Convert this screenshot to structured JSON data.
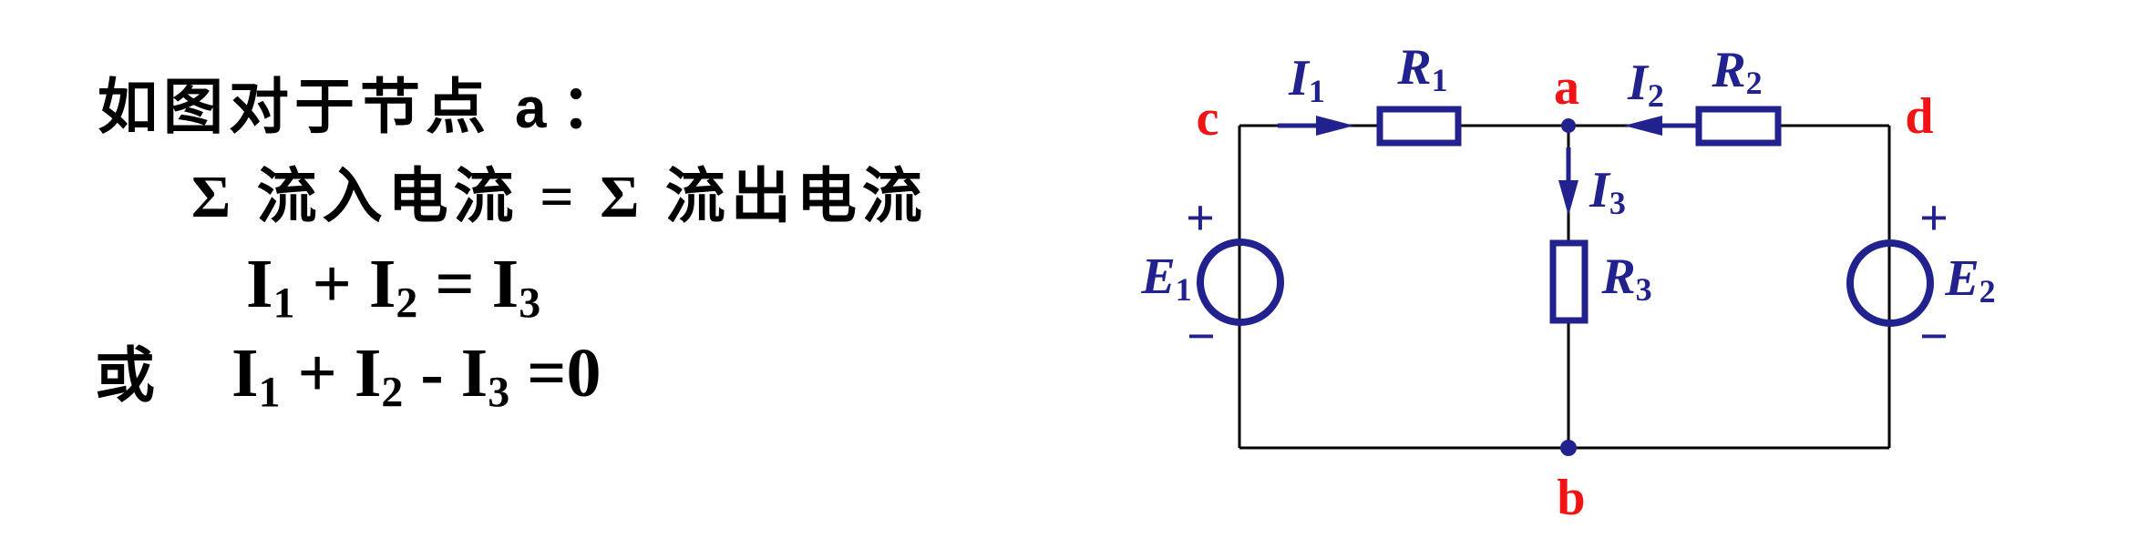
{
  "colors": {
    "ink": "#000000",
    "navy": "#22228e",
    "red": "#f21414",
    "bg": "#ffffff",
    "wire": "#000000"
  },
  "text_block": {
    "line1_prefix": "如图对于节点",
    "line1_node": "a",
    "line1_colon": "：",
    "line2": "Σ 流入电流 = Σ 流出电流",
    "line4_prefix": "或"
  },
  "equations": {
    "line3": [
      {
        "t": "I",
        "sub": "1"
      },
      {
        "t": " + "
      },
      {
        "t": "I",
        "sub": "2"
      },
      {
        "t": " = "
      },
      {
        "t": "I",
        "sub": "3"
      }
    ],
    "line4": [
      {
        "t": "I",
        "sub": "1"
      },
      {
        "t": " + "
      },
      {
        "t": "I",
        "sub": "2"
      },
      {
        "t": " - "
      },
      {
        "t": "I",
        "sub": "3"
      },
      {
        "t": " ="
      },
      {
        "t": "0"
      }
    ]
  },
  "circuit": {
    "nodes": {
      "c": "c",
      "a": "a",
      "d": "d",
      "b": "b"
    },
    "currents": {
      "I1": {
        "base": "I",
        "sub": "1"
      },
      "I2": {
        "base": "I",
        "sub": "2"
      },
      "I3": {
        "base": "I",
        "sub": "3"
      }
    },
    "resistors": {
      "R1": {
        "base": "R",
        "sub": "1"
      },
      "R2": {
        "base": "R",
        "sub": "2"
      },
      "R3": {
        "base": "R",
        "sub": "3"
      }
    },
    "sources": {
      "E1": {
        "base": "E",
        "sub": "1"
      },
      "E2": {
        "base": "E",
        "sub": "2"
      }
    },
    "polarity": {
      "plus": "+",
      "minus": "−"
    }
  }
}
